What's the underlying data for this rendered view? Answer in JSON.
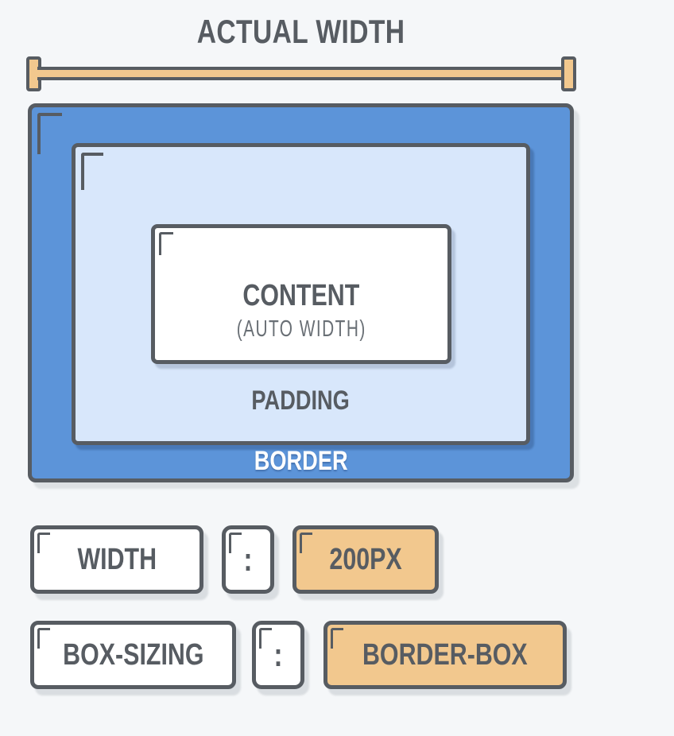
{
  "palette": {
    "ink": "#575c62",
    "blue": "#5c94d9",
    "light-blue": "#d8e7fb",
    "tan": "#f2c88e",
    "bg": "#f5f7f9",
    "white": "#ffffff",
    "muted": "#696f75"
  },
  "diagram": {
    "title": "ACTUAL WIDTH",
    "border_label": "BORDER",
    "padding_label": "PADDING",
    "content_label": "CONTENT",
    "content_sublabel": "(AUTO WIDTH)"
  },
  "rows": [
    {
      "property": "WIDTH",
      "separator": ":",
      "value": "200PX"
    },
    {
      "property": "BOX-SIZING",
      "separator": ":",
      "value": "BORDER-BOX"
    }
  ]
}
